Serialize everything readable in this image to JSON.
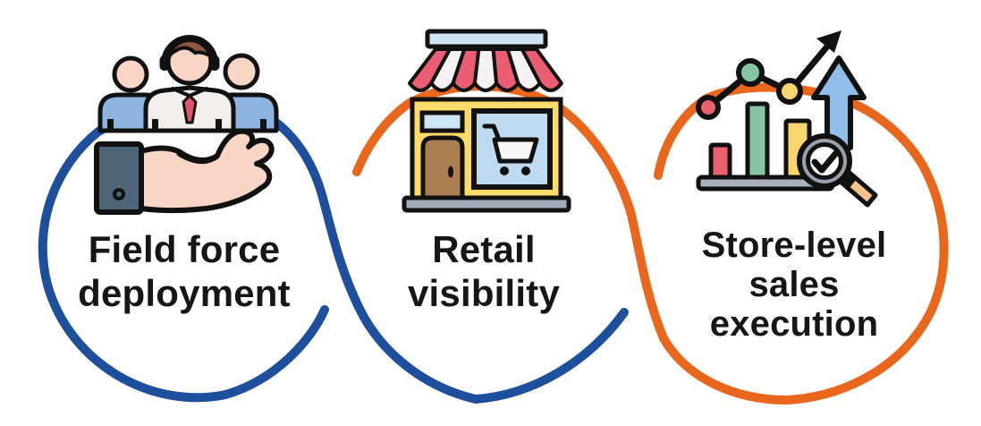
{
  "figure": {
    "background": "#ffffff",
    "accent_blue": "#1d4f9c",
    "accent_orange": "#e8671c",
    "text_color": "#161616"
  },
  "panels": [
    {
      "id": "field-force-deployment",
      "label": "Field force\ndeployment",
      "icon": "team-on-hand-icon",
      "ring_color": "#1d4f9c"
    },
    {
      "id": "retail-visibility",
      "label": "Retail\nvisibility",
      "icon": "storefront-icon",
      "ring_color_top": "#e8671c",
      "ring_color_bottom": "#1d4f9c"
    },
    {
      "id": "store-level-sales-execution",
      "label": "Store-level\nsales\nexecution",
      "icon": "sales-chart-magnifier-icon",
      "ring_color": "#e8671c"
    }
  ],
  "icon_palette": {
    "skin": "#f9d5c5",
    "shirt_blue": "#8db4de",
    "shirt_white": "#f2f0ef",
    "tie_red": "#e0556b",
    "hair_brown": "#8e5a3d",
    "cuff_slate": "#4e6477",
    "store_red": "#eb5d73",
    "store_yellow": "#fcdb69",
    "store_blue": "#bedaf0",
    "door_brown": "#ac7c52",
    "base_gray": "#a2abba",
    "bar_red": "#e9616f",
    "bar_green": "#86c5a4",
    "bar_yellow": "#f7d66e",
    "arrow_blue": "#90bde9",
    "magnifier_gray": "#99a0ab",
    "handle_tan": "#f5c28c"
  }
}
